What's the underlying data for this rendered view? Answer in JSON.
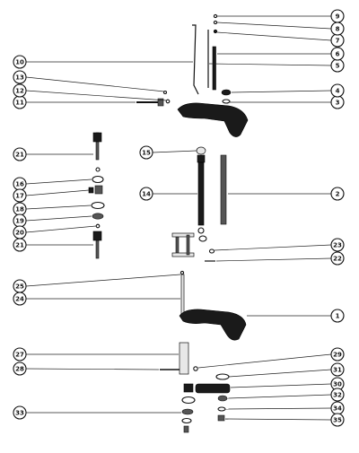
{
  "diagram": {
    "callouts": [
      {
        "label": "1"
      },
      {
        "label": "2"
      },
      {
        "label": "3"
      },
      {
        "label": "4"
      },
      {
        "label": "5"
      },
      {
        "label": "6"
      },
      {
        "label": "7"
      },
      {
        "label": "8"
      },
      {
        "label": "9"
      },
      {
        "label": "10"
      },
      {
        "label": "11"
      },
      {
        "label": "12"
      },
      {
        "label": "13"
      },
      {
        "label": "14"
      },
      {
        "label": "15"
      },
      {
        "label": "16"
      },
      {
        "label": "17"
      },
      {
        "label": "18"
      },
      {
        "label": "19"
      },
      {
        "label": "20"
      },
      {
        "label": "21"
      },
      {
        "label": "21"
      },
      {
        "label": "22"
      },
      {
        "label": "23"
      },
      {
        "label": "24"
      },
      {
        "label": "25"
      },
      {
        "label": "27"
      },
      {
        "label": "28"
      },
      {
        "label": "29"
      },
      {
        "label": "30"
      },
      {
        "label": "31"
      },
      {
        "label": "32"
      },
      {
        "label": "33"
      },
      {
        "label": "34"
      },
      {
        "label": "35"
      }
    ]
  }
}
